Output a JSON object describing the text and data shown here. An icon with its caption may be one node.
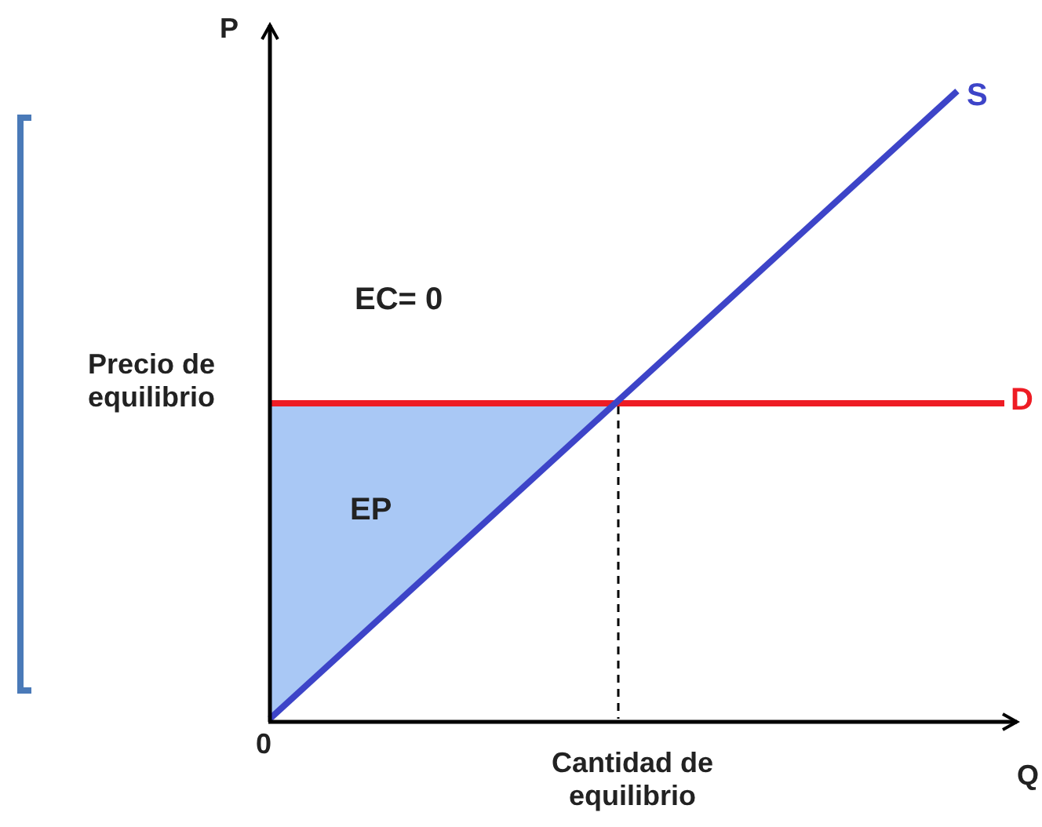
{
  "diagram": {
    "labels": [
      "P",
      "S",
      "EC= 0",
      "Precio de equilibrio",
      "D",
      "EP",
      "0",
      "Cantidad de equilibrio",
      "Q"
    ]
  }
}
